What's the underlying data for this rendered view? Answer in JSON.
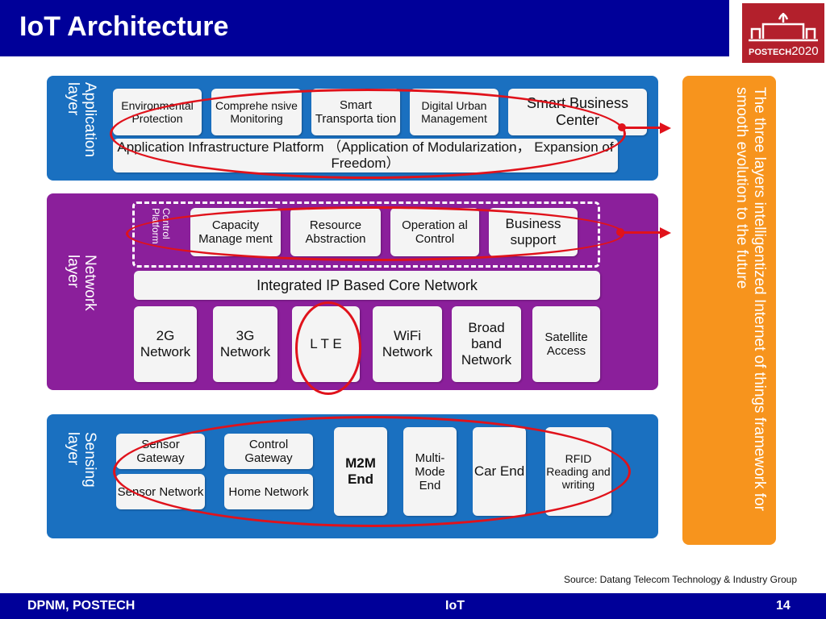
{
  "slide": {
    "title": "IoT Architecture",
    "logo": {
      "text": "POSTECH",
      "year": "2020"
    },
    "source": "Source: Datang Telecom Technology & Industry Group",
    "footer": {
      "left": "DPNM, POSTECH",
      "center": "IoT",
      "page": "14"
    }
  },
  "diagram": {
    "application": {
      "label": "Application layer",
      "items": [
        "Environmental Protection",
        "Comprehe nsive Monitoring",
        "Smart Transporta tion",
        "Digital Urban Management",
        "Smart Business Center"
      ],
      "platform": "Application Infrastructure Platform （Application of Modularization， Expansion of Freedom）"
    },
    "network": {
      "label": "Network layer",
      "control_label": "Control Platform",
      "control_items": [
        "Capacity Manage ment",
        "Resource Abstraction",
        "Operation al Control",
        "Business support"
      ],
      "core": "Integrated IP Based Core Network",
      "access": [
        "2G Network",
        "3G Network",
        "L T E",
        "WiFi Network",
        "Broad band Network",
        "Satellite Access"
      ]
    },
    "sensing": {
      "label": "Sensing layer",
      "items": [
        "Sensor Gateway",
        "Control Gateway",
        "Sensor Network",
        "Home Network",
        "M2M End",
        "Multi-Mode End",
        "Car End",
        "RFID Reading and writing"
      ]
    },
    "framework_note": "The three layers intelligentized Internet of things framework for smooth evolution to the future"
  }
}
